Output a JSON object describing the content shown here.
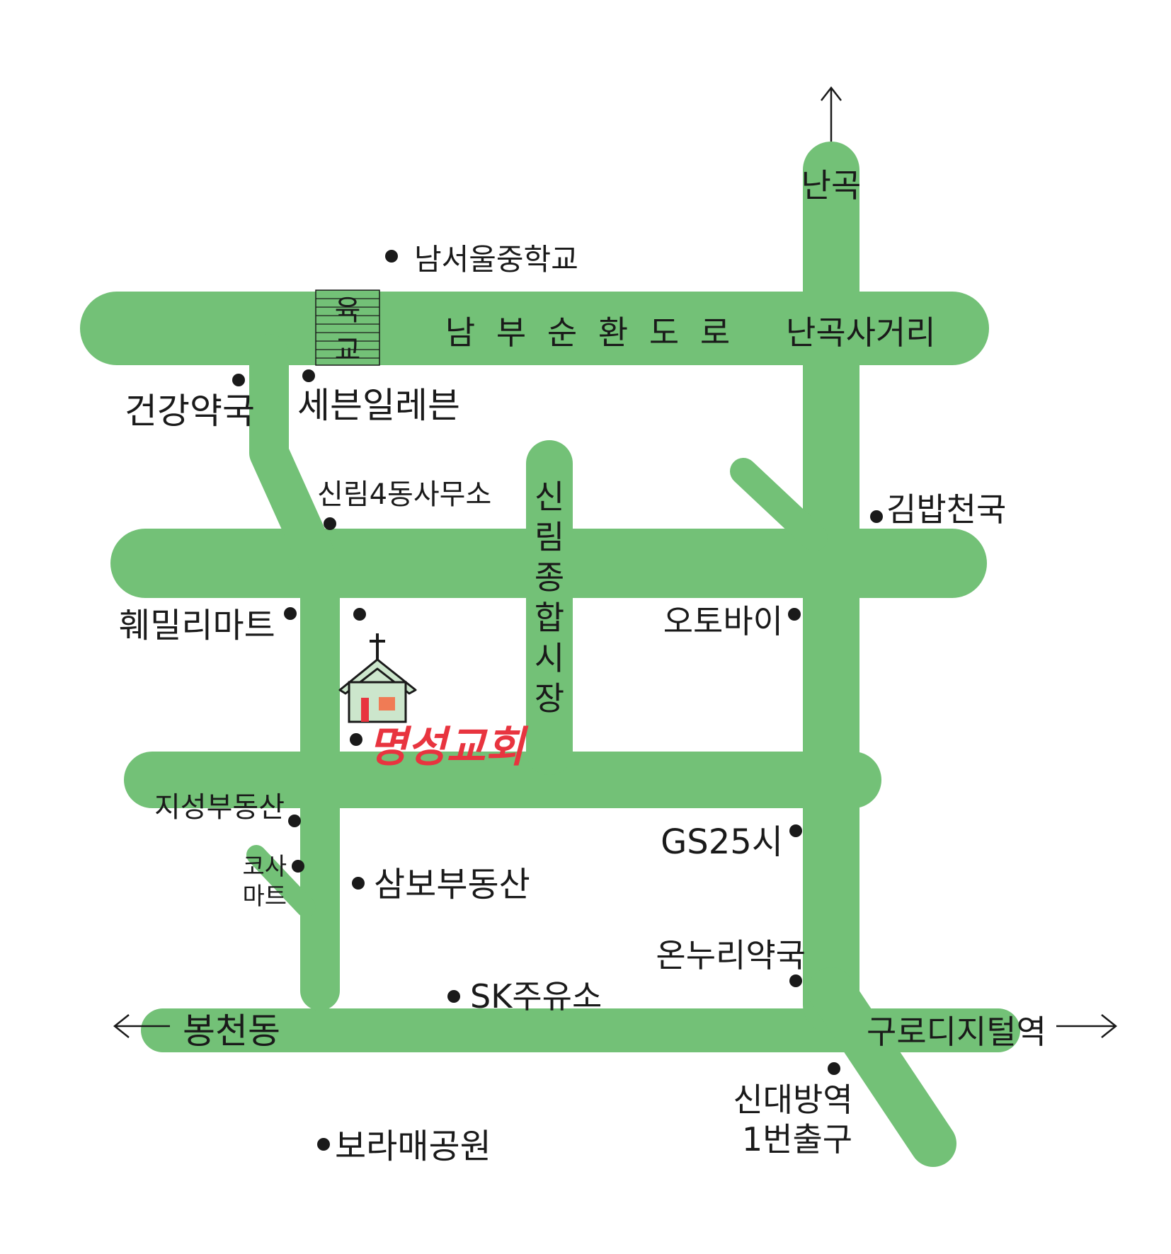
{
  "map": {
    "colors": {
      "road": "#73c177",
      "church_name": "#e8343f",
      "church_fill": "#cce6cc",
      "church_door": "#e8343f",
      "church_window": "#f07b55",
      "text": "#1a1a1a"
    },
    "roads": {
      "main_road": "남 부 순 환 도 로",
      "market_road": "신림종합시장"
    },
    "bridge": "육교",
    "places": {
      "nangok": "난곡",
      "namseoul_middle_school": "남서울중학교",
      "nangok_intersection": "난곡사거리",
      "geongang_pharmacy": "건강약국",
      "seven_eleven": "세븐일레븐",
      "sillim4_office": "신림4동사무소",
      "gimbap_cheonguk": "김밥천국",
      "family_mart": "훼밀리마트",
      "autobai": "오토바이",
      "church": "명성교회",
      "jiseong_realty": "지성부동산",
      "kosa_mart_1": "코사",
      "kosa_mart_2": "마트",
      "sambo_realty": "삼보부동산",
      "gs25": "GS25시",
      "onnuri_pharmacy": "온누리약국",
      "sk_station": "SK주유소",
      "bongcheon": "봉천동",
      "guro_digital": "구로디지털역",
      "sindaebang_1": "신대방역",
      "sindaebang_2": "1번출구",
      "boramae_park": "보라매공원"
    },
    "icons": [
      "up-arrow-icon",
      "left-arrow-icon",
      "right-arrow-icon",
      "church-icon",
      "cross-icon",
      "location-dot-icon"
    ]
  }
}
